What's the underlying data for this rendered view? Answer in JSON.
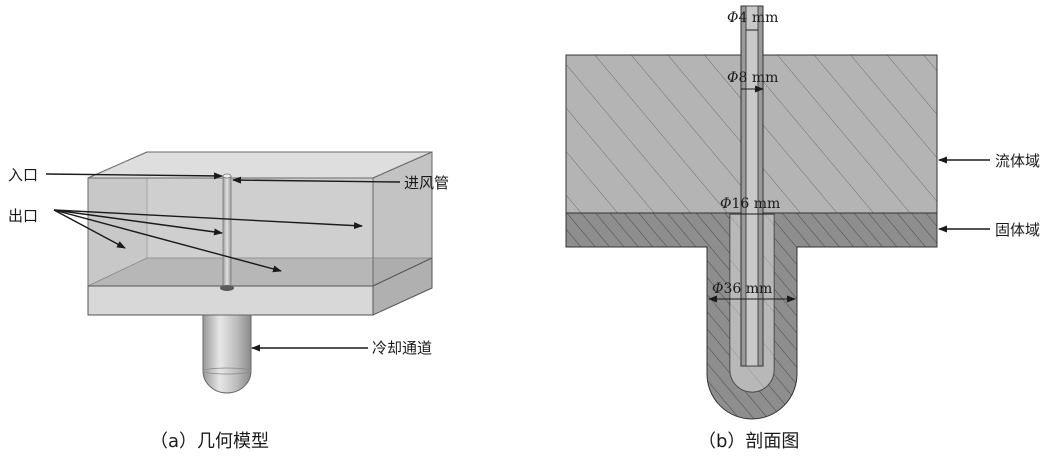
{
  "panel_a": {
    "label_inlet": "入口",
    "label_outlet": "出口",
    "label_air_pipe": "进风管",
    "label_cooling_channel": "冷却通道",
    "caption": "（a）几何模型"
  },
  "panel_b": {
    "label_fluid_domain": "流体域",
    "label_solid_domain": "固体域",
    "dim_phi4_symbol": "Φ",
    "dim_phi4_text": "4 mm",
    "dim_phi8_symbol": "Φ",
    "dim_phi8_text": "8 mm",
    "dim_phi16_symbol": "Φ",
    "dim_phi16_text": "16 mm",
    "dim_phi36_symbol": "Φ",
    "dim_phi36_text": "36 mm",
    "caption": "（b）剖面图"
  },
  "colors": {
    "box_face": "#c9c9c9",
    "box_face_dark": "#a8a8a8",
    "fluid_fill": "#b4b4b4",
    "solid_fill": "#8e8e8e",
    "hatch_line": "#6a6a6a",
    "stroke": "#333333"
  }
}
